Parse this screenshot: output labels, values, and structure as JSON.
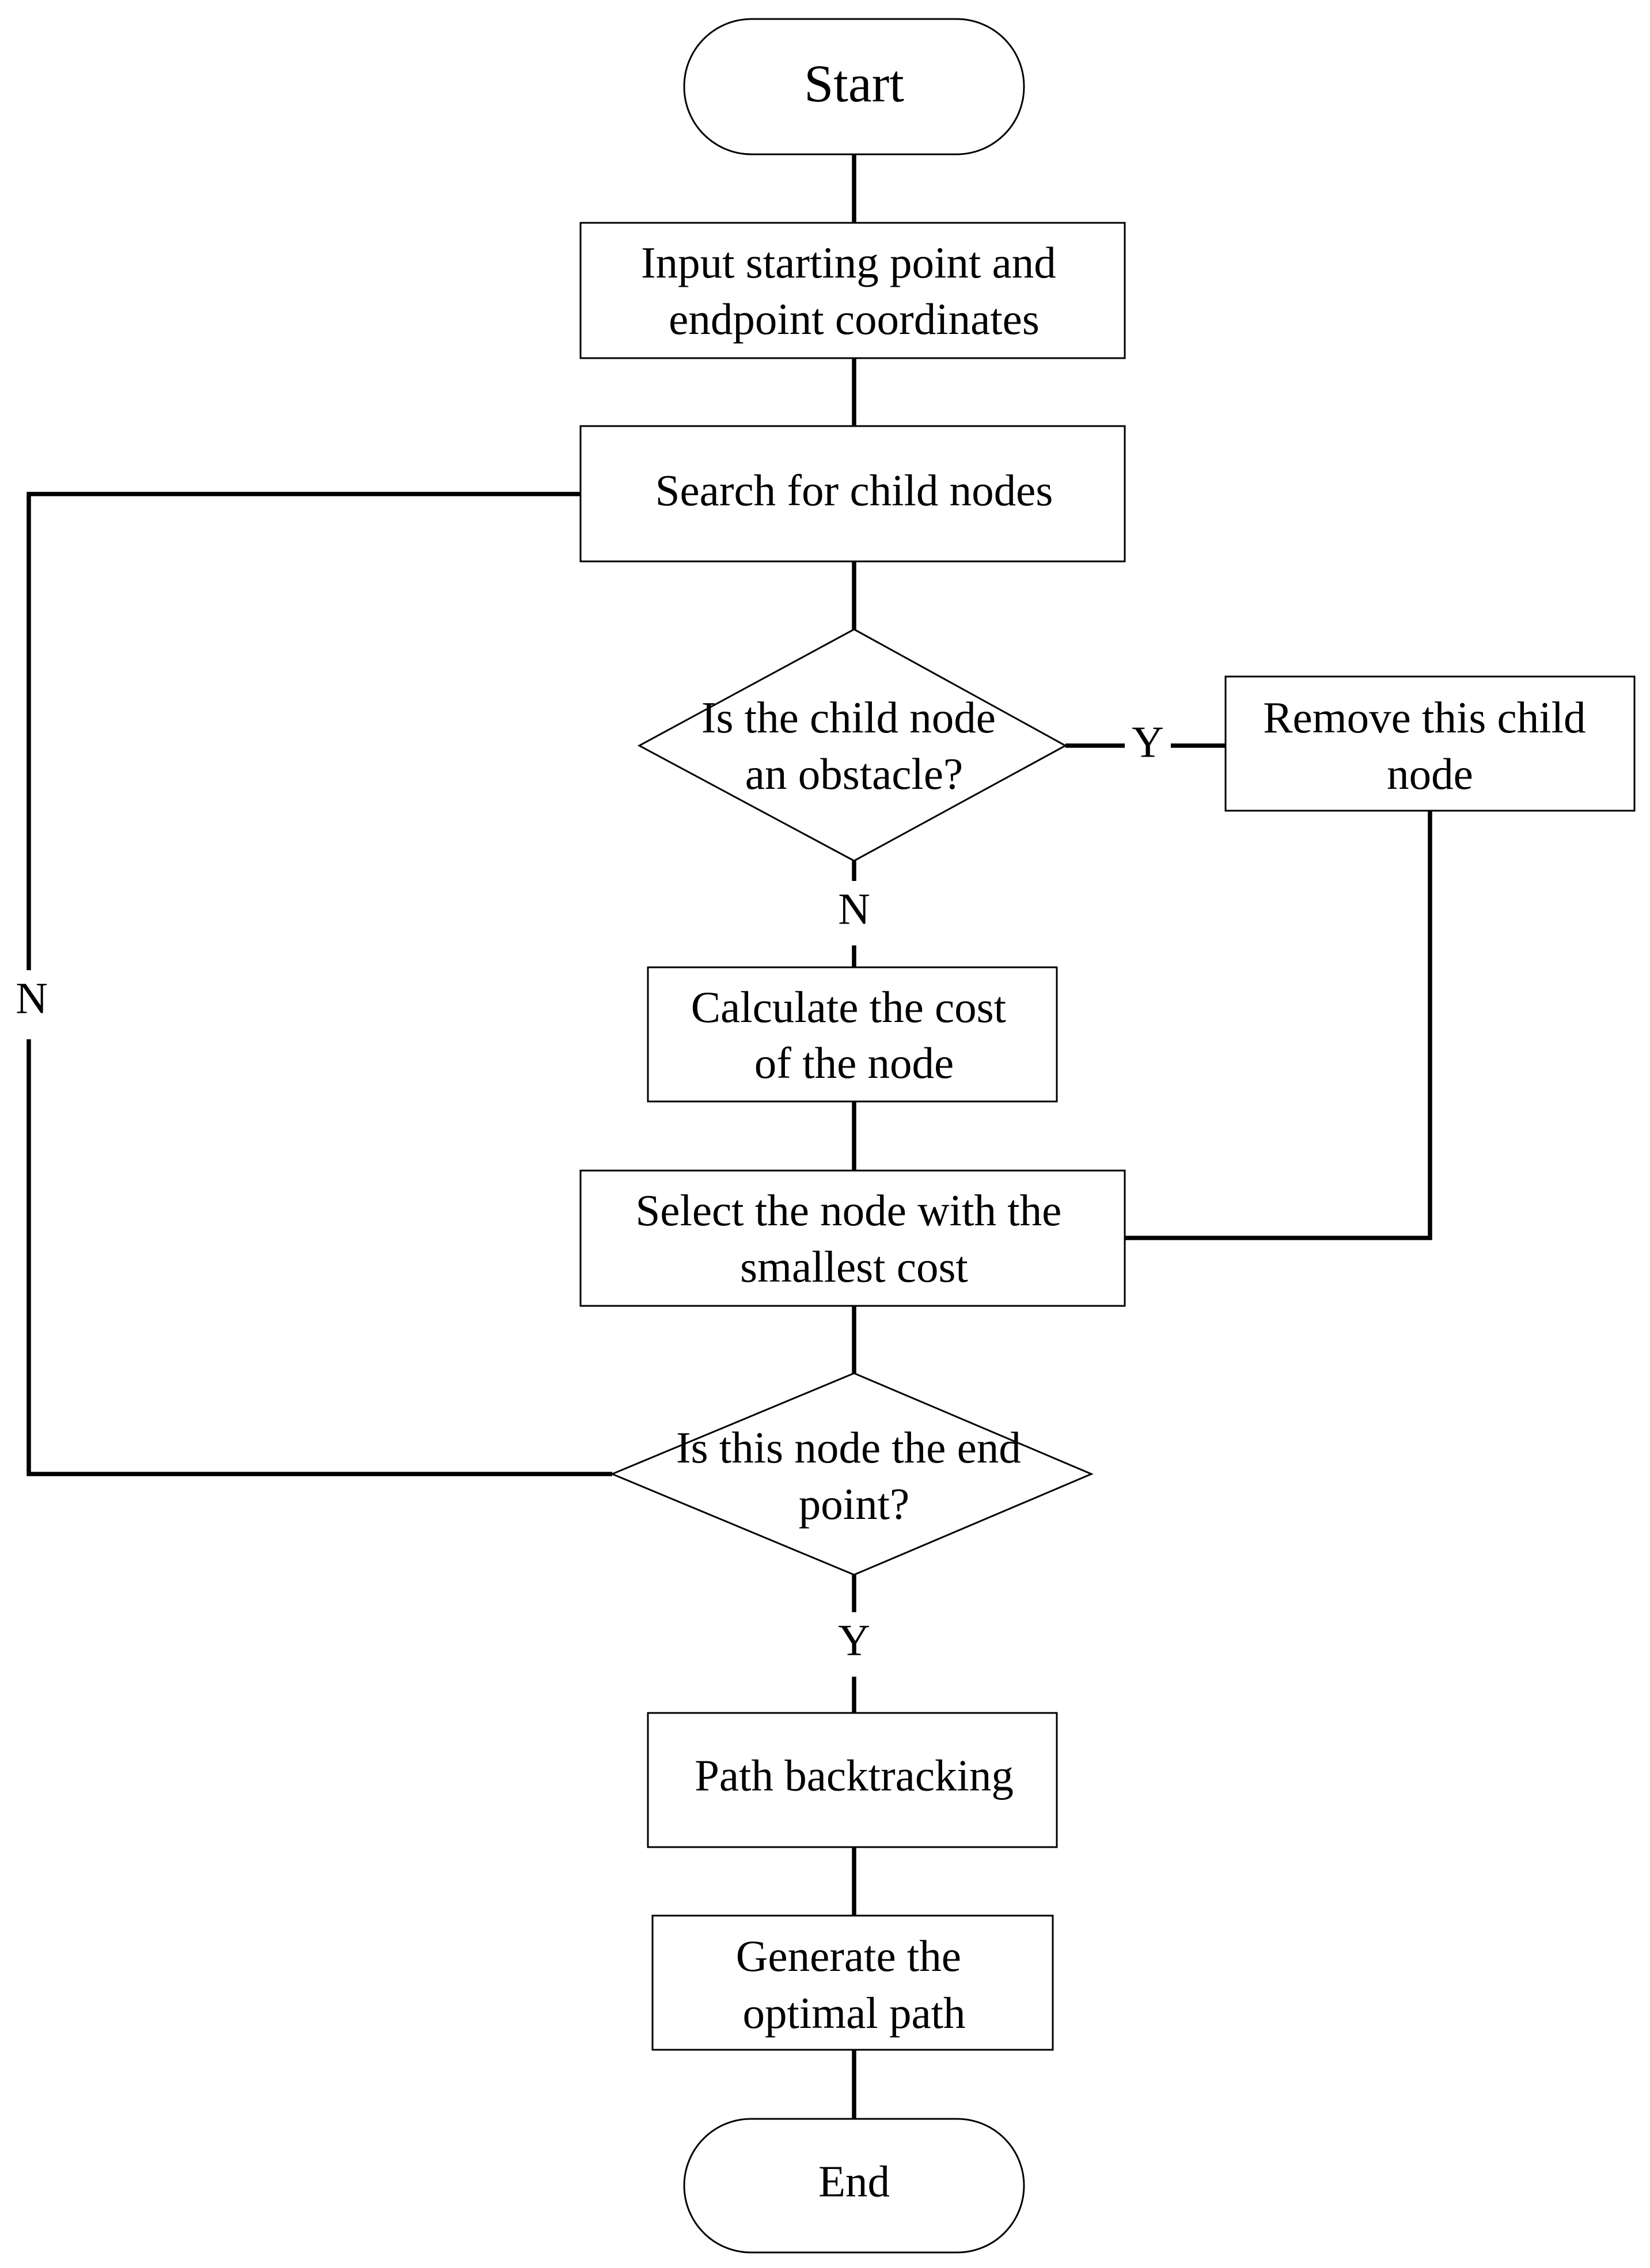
{
  "flowchart": {
    "start": "Start",
    "input": [
      "Input starting point and",
      "endpoint coordinates"
    ],
    "search": "Search for child nodes",
    "obstacle_check": [
      "Is the child node",
      "an obstacle?"
    ],
    "remove": [
      "Remove this child",
      "node"
    ],
    "calculate": [
      "Calculate the cost",
      "of the node"
    ],
    "select": [
      "Select the node with the",
      "smallest cost"
    ],
    "end_check": [
      "Is this node the end",
      "point?"
    ],
    "backtrack": "Path backtracking",
    "generate": [
      "Generate the",
      "optimal path"
    ],
    "end": "End"
  },
  "branches": {
    "obstacle_yes": "Y",
    "obstacle_no": "N",
    "end_no": "N",
    "end_yes": "Y"
  },
  "colors": {
    "stroke": "#000000",
    "fill": "#ffffff"
  }
}
